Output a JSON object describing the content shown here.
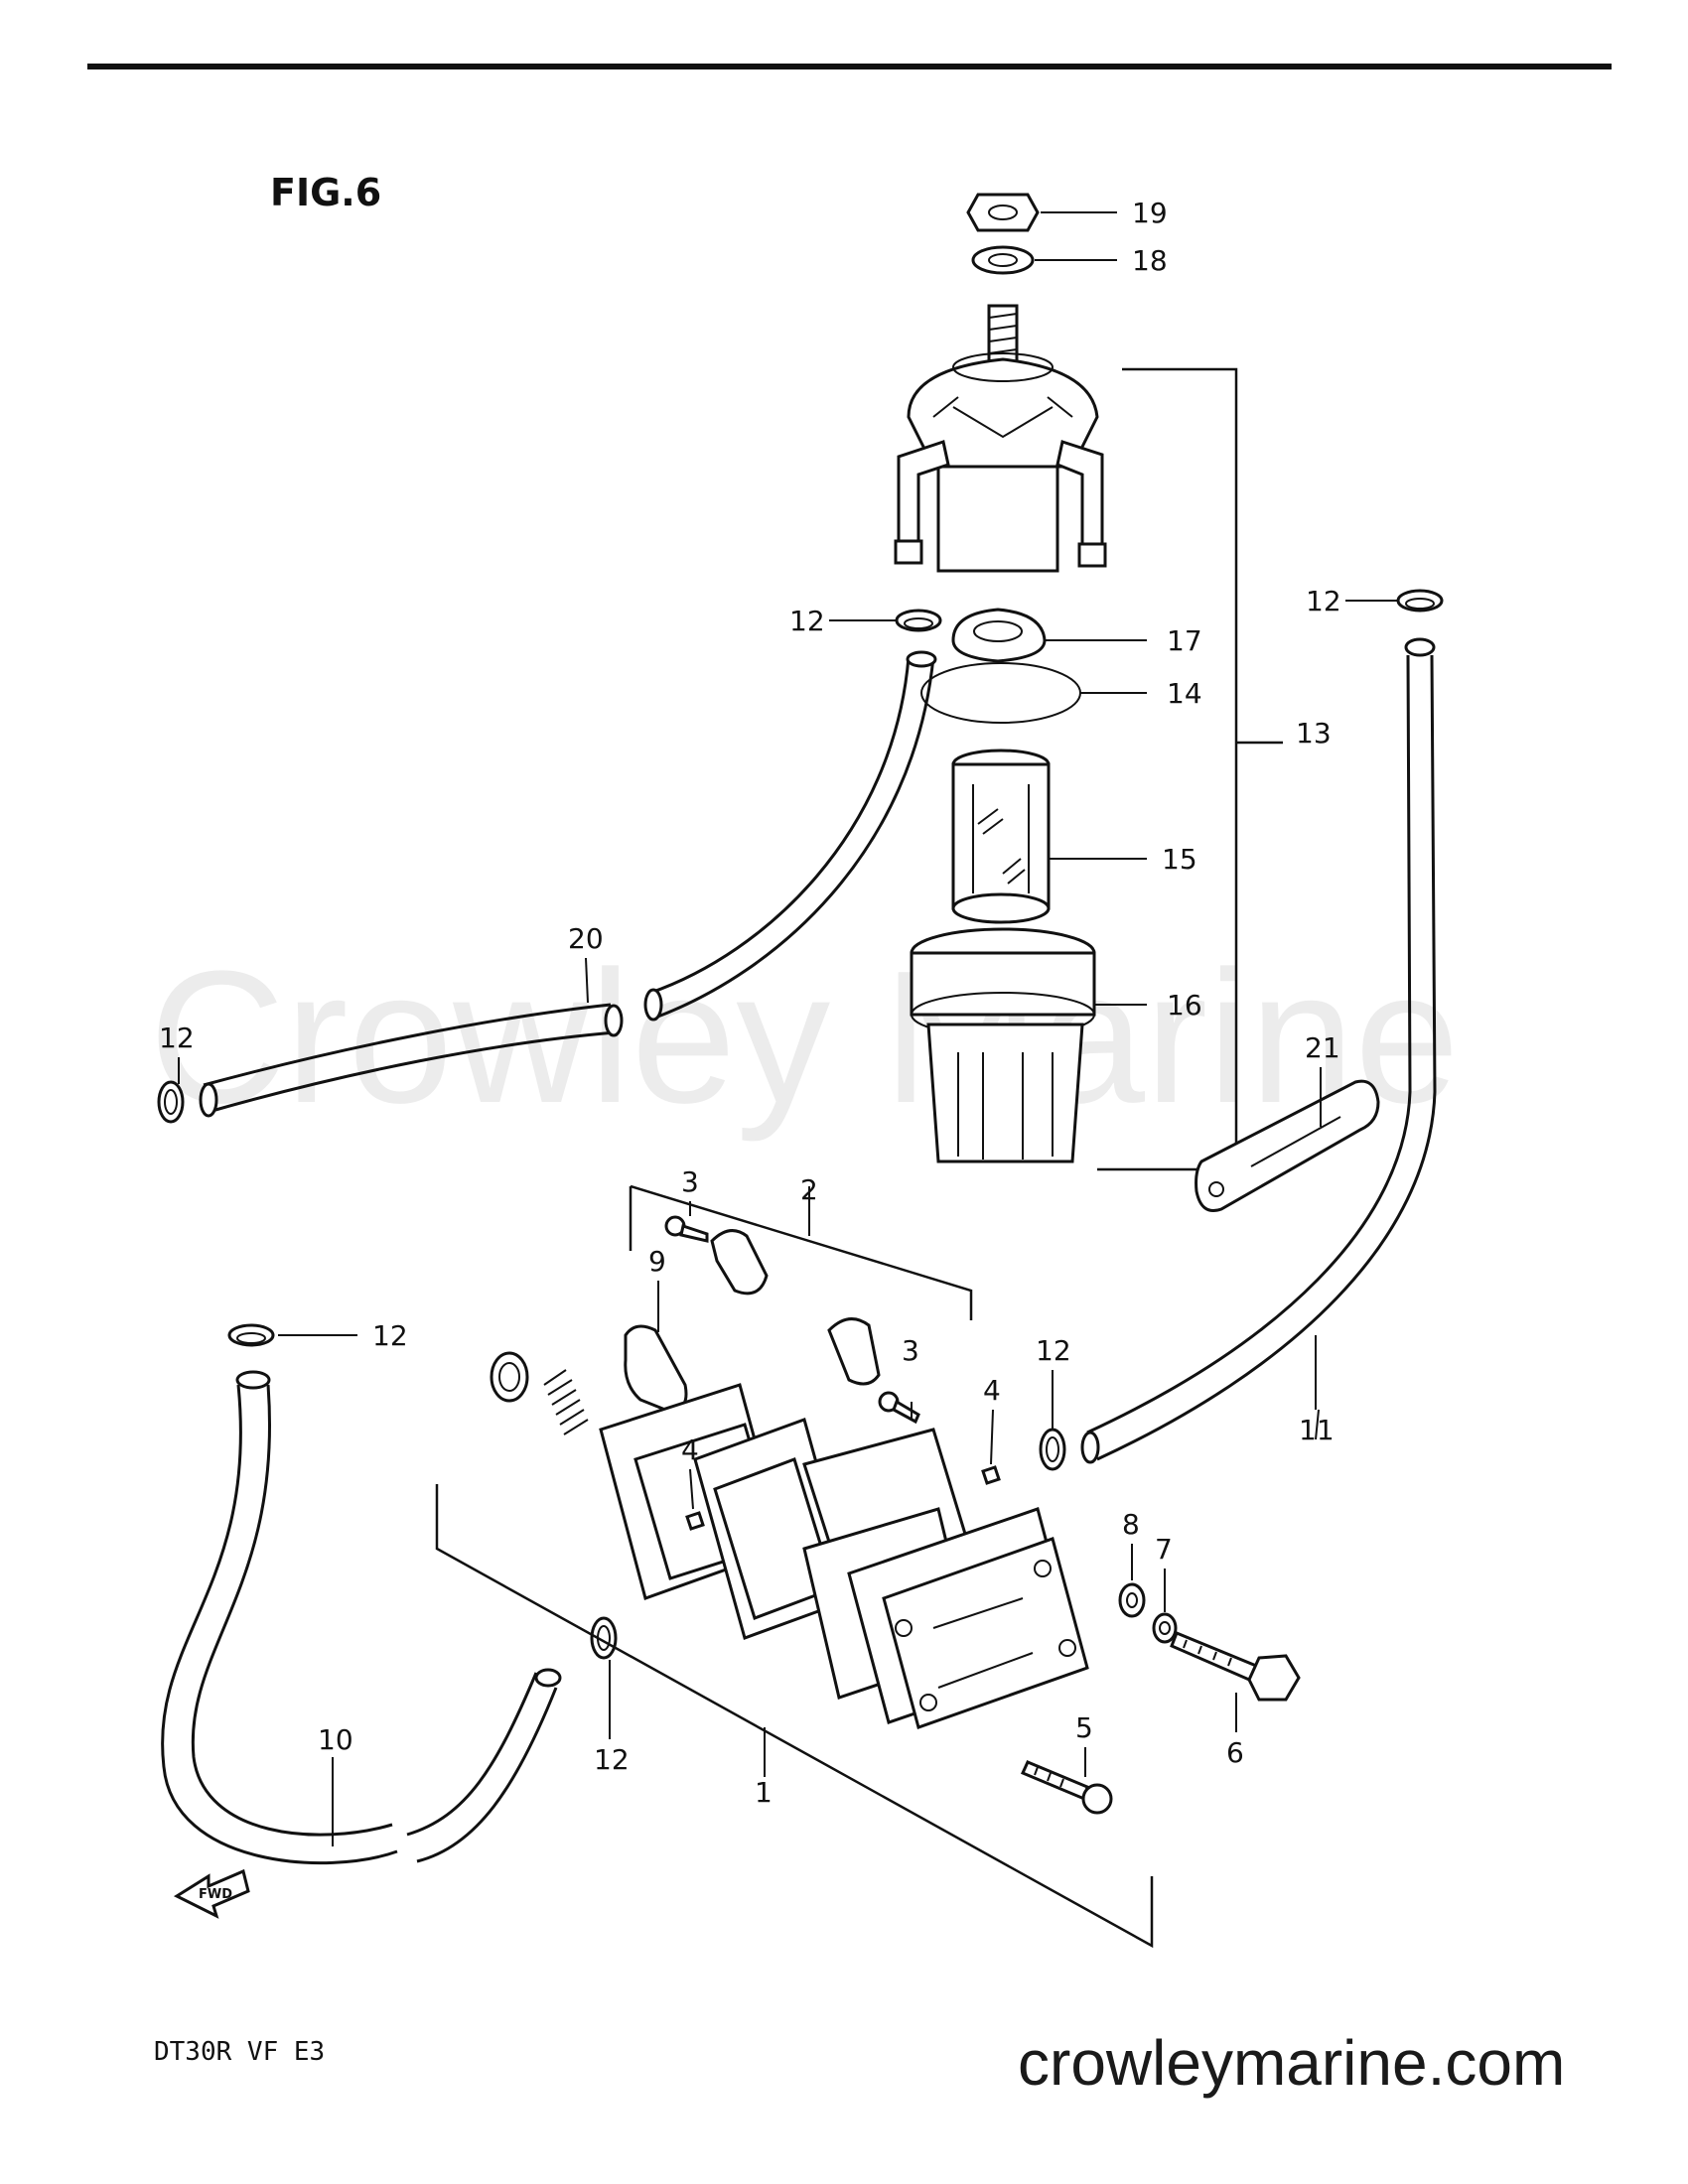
{
  "figure_label": "FIG.6",
  "watermark": "Crowley Marine",
  "model_code": "DT30R VF E3",
  "website": "crowleymarine.com",
  "fwd_label": "FWD",
  "callouts": [
    {
      "id": "c19",
      "text": "19"
    },
    {
      "id": "c18",
      "text": "18"
    },
    {
      "id": "c12a",
      "text": "12"
    },
    {
      "id": "c17",
      "text": "17"
    },
    {
      "id": "c14",
      "text": "14"
    },
    {
      "id": "c13",
      "text": "13"
    },
    {
      "id": "c12b",
      "text": "12"
    },
    {
      "id": "c15",
      "text": "15"
    },
    {
      "id": "c20",
      "text": "20"
    },
    {
      "id": "c16",
      "text": "16"
    },
    {
      "id": "c21",
      "text": "21"
    },
    {
      "id": "c12c",
      "text": "12"
    },
    {
      "id": "c2",
      "text": "2"
    },
    {
      "id": "c3a",
      "text": "3"
    },
    {
      "id": "c9",
      "text": "9"
    },
    {
      "id": "c12d",
      "text": "12"
    },
    {
      "id": "c3b",
      "text": "3"
    },
    {
      "id": "c12e",
      "text": "12"
    },
    {
      "id": "c4a",
      "text": "4"
    },
    {
      "id": "c11",
      "text": "11"
    },
    {
      "id": "c4b",
      "text": "4"
    },
    {
      "id": "c8",
      "text": "8"
    },
    {
      "id": "c7",
      "text": "7"
    },
    {
      "id": "c6",
      "text": "6"
    },
    {
      "id": "c12f",
      "text": "12"
    },
    {
      "id": "c5",
      "text": "5"
    },
    {
      "id": "c1",
      "text": "1"
    },
    {
      "id": "c10",
      "text": "10"
    }
  ]
}
